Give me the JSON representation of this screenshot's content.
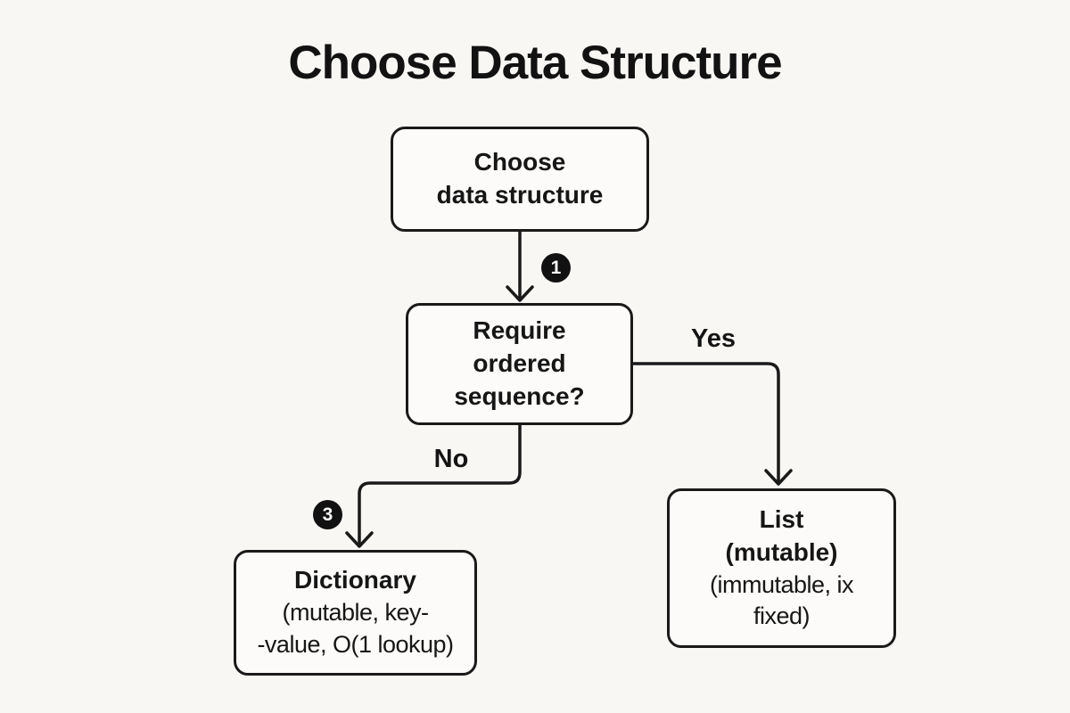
{
  "page": {
    "title": "Choose Data Structure"
  },
  "flowchart": {
    "nodes": {
      "start": {
        "line1": "Choose",
        "line2": "data structure"
      },
      "decision": {
        "line1": "Require",
        "line2": "ordered",
        "line3": "sequence?"
      },
      "list": {
        "title": "List",
        "subtitle": "(mutable)",
        "detail1": "(immutable, ix",
        "detail2": "fixed)"
      },
      "dictionary": {
        "title": "Dictionary",
        "detail1": "(mutable, key-",
        "detail2": "-value, O(1 lookup)"
      }
    },
    "edge_labels": {
      "yes": "Yes",
      "no": "No"
    },
    "badges": {
      "step1": "1",
      "step3": "3"
    },
    "colors": {
      "background": "#f8f7f4",
      "node_fill": "#fcfbf9",
      "stroke": "#1a1a1a",
      "badge_fill": "#111111",
      "badge_text": "#fafafa"
    }
  }
}
